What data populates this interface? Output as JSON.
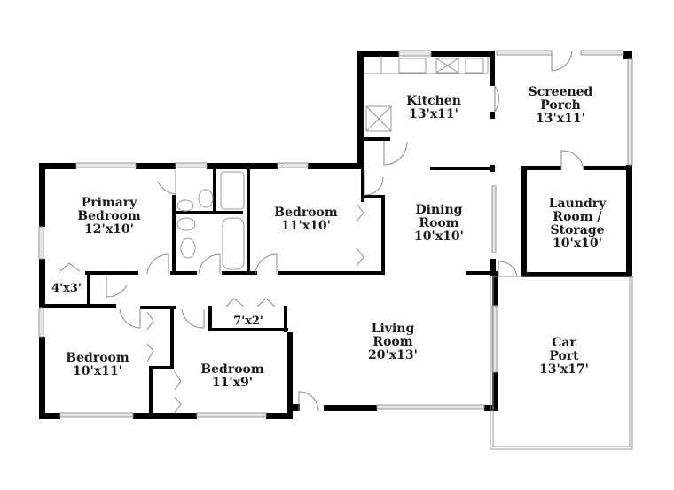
{
  "floorplan": {
    "rooms": [
      {
        "id": "kitchen",
        "name": "Kitchen",
        "dimensions": "13'x11'"
      },
      {
        "id": "screened-porch",
        "name_line1": "Screened",
        "name_line2": "Porch",
        "dimensions": "13'x11'"
      },
      {
        "id": "primary-bedroom",
        "name_line1": "Primary",
        "name_line2": "Bedroom",
        "dimensions": "12'x10'"
      },
      {
        "id": "bedroom-2",
        "name": "Bedroom",
        "dimensions": "11'x10'"
      },
      {
        "id": "dining-room",
        "name_line1": "Dining",
        "name_line2": "Room",
        "dimensions": "10'x10'"
      },
      {
        "id": "laundry-storage",
        "name_line1": "Laundry",
        "name_line2": "Room /",
        "name_line3": "Storage",
        "dimensions": "10'x10'"
      },
      {
        "id": "closet-1",
        "dimensions": "4'x3'"
      },
      {
        "id": "closet-2",
        "dimensions": "7'x2'"
      },
      {
        "id": "bedroom-3",
        "name": "Bedroom",
        "dimensions": "10'x11'"
      },
      {
        "id": "bedroom-4",
        "name": "Bedroom",
        "dimensions": "11'x9'"
      },
      {
        "id": "living-room",
        "name_line1": "Living",
        "name_line2": "Room",
        "dimensions": "20'x13'"
      },
      {
        "id": "car-port",
        "name_line1": "Car",
        "name_line2": "Port",
        "dimensions": "13'x17'"
      }
    ]
  }
}
